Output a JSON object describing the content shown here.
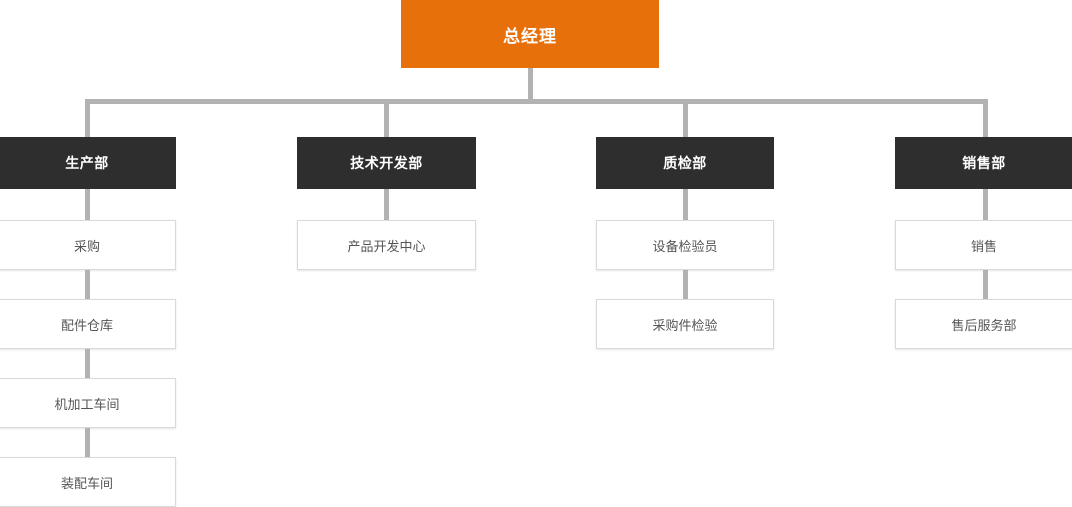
{
  "chart_type": "organization-chart",
  "colors": {
    "root_background": "#E8700A",
    "root_text": "#FFFFFF",
    "department_background": "#2E2E2E",
    "department_text": "#FFFFFF",
    "sub_background": "#FFFFFF",
    "sub_text": "#555555",
    "sub_border": "#D9D9D9",
    "connector": "#B2B2B2",
    "page_background": "#FFFFFF"
  },
  "root": {
    "label": "总经理"
  },
  "departments": [
    {
      "label": "生产部",
      "children": [
        {
          "label": "采购"
        },
        {
          "label": "配件仓库"
        },
        {
          "label": "机加工车间"
        },
        {
          "label": "装配车间"
        }
      ]
    },
    {
      "label": "技术开发部",
      "children": [
        {
          "label": "产品开发中心"
        }
      ]
    },
    {
      "label": "质检部",
      "children": [
        {
          "label": "设备检验员"
        },
        {
          "label": "采购件检验"
        }
      ]
    },
    {
      "label": "销售部",
      "children": [
        {
          "label": "销售"
        },
        {
          "label": "售后服务部"
        }
      ]
    }
  ]
}
